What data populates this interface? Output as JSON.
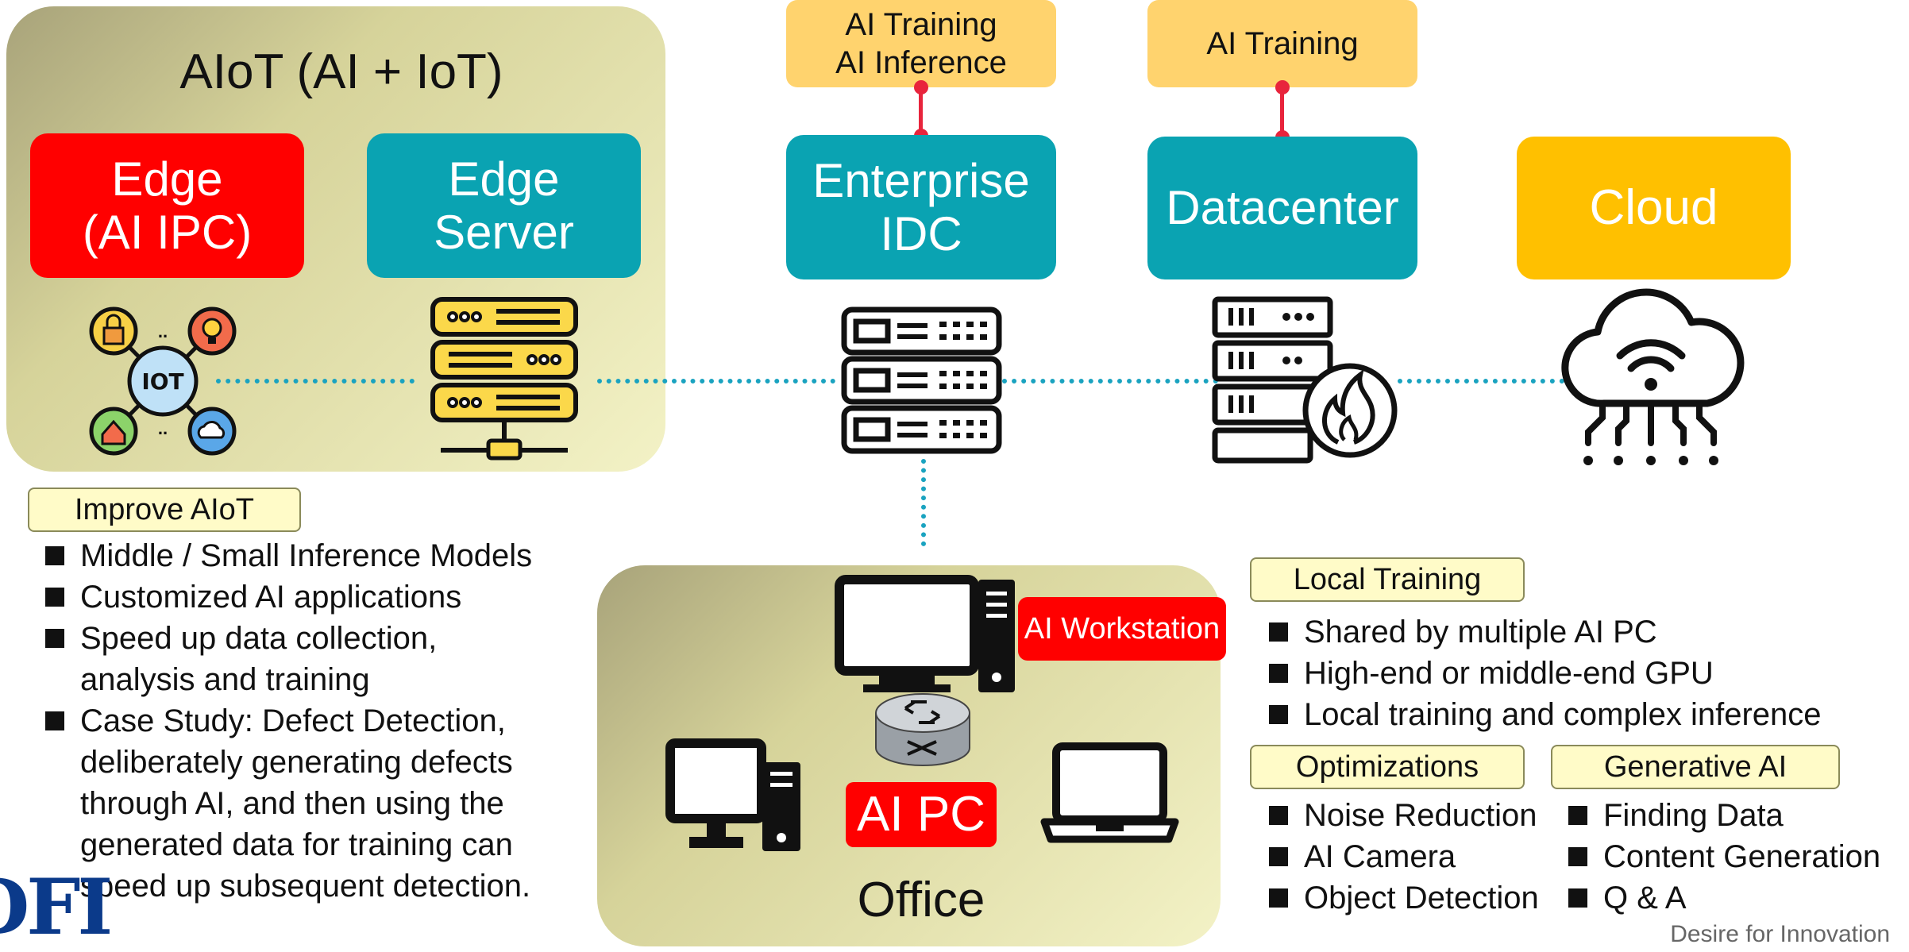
{
  "aiot_panel": {
    "title": "AIoT (AI + IoT)"
  },
  "nodes": {
    "edge_aipc": {
      "line1": "Edge",
      "line2": "(AI IPC)"
    },
    "edge_server": {
      "line1": "Edge",
      "line2": "Server"
    },
    "enterprise_idc": {
      "line1": "Enterprise",
      "line2": "IDC"
    },
    "datacenter": {
      "label": "Datacenter"
    },
    "cloud": {
      "label": "Cloud"
    }
  },
  "tags": {
    "enterprise": {
      "line1": "AI Training",
      "line2": "AI Inference"
    },
    "datacenter": {
      "line1": "AI Training"
    }
  },
  "iot_icon_text": "IOT",
  "improve_aiot": {
    "label": "Improve AIoT",
    "items": [
      "Middle / Small Inference Models",
      "Customized AI applications",
      "Speed up data collection, analysis and training",
      "Case Study: Defect Detection, deliberately generating defects through AI, and then using the generated data for training can speed up subsequent detection."
    ]
  },
  "office": {
    "title": "Office",
    "ai_workstation": "AI Workstation",
    "ai_pc": "AI PC"
  },
  "local_training": {
    "label": "Local Training",
    "items": [
      "Shared by multiple AI PC",
      "High-end or middle-end GPU",
      "Local training and complex inference"
    ]
  },
  "optimizations": {
    "label": "Optimizations",
    "items": [
      "Noise Reduction",
      "AI Camera",
      "Object Detection"
    ]
  },
  "generative_ai": {
    "label": "Generative AI",
    "items": [
      "Finding Data",
      "Content Generation",
      "Q & A"
    ]
  },
  "footer": {
    "logo_text": "DFI",
    "tagline": "Desire for Innovation"
  },
  "colors": {
    "teal": "#0aa3b2",
    "red": "#ff0000",
    "gold": "#ffc000",
    "tag": "#ffd36e",
    "connector": "#1aa3c0"
  }
}
